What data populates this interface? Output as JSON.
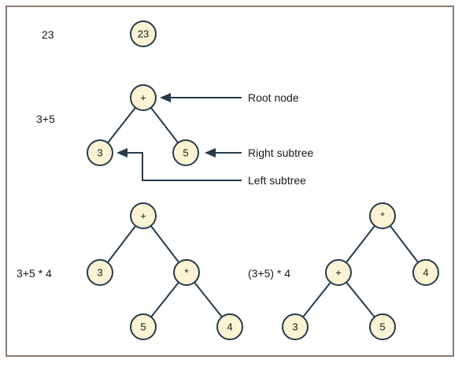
{
  "expressions": {
    "ex1": "23",
    "ex2": "3+5",
    "ex3": "3+5 * 4",
    "ex4": "(3+5) * 4"
  },
  "annotations": {
    "root": "Root node",
    "right": "Right subtree",
    "left": "Left subtree"
  },
  "nodes": {
    "t1_root": "23",
    "t2_root": "+",
    "t2_left": "3",
    "t2_right": "5",
    "t3_root": "+",
    "t3_left": "3",
    "t3_mul": "*",
    "t3_mul_left": "5",
    "t3_mul_right": "4",
    "t4_root": "*",
    "t4_plus": "+",
    "t4_right": "4",
    "t4_plus_left": "3",
    "t4_plus_right": "5"
  },
  "colors": {
    "node_fill": "#fbf3d4",
    "node_stroke": "#263a4a",
    "frame_border": "#8a7a72"
  }
}
